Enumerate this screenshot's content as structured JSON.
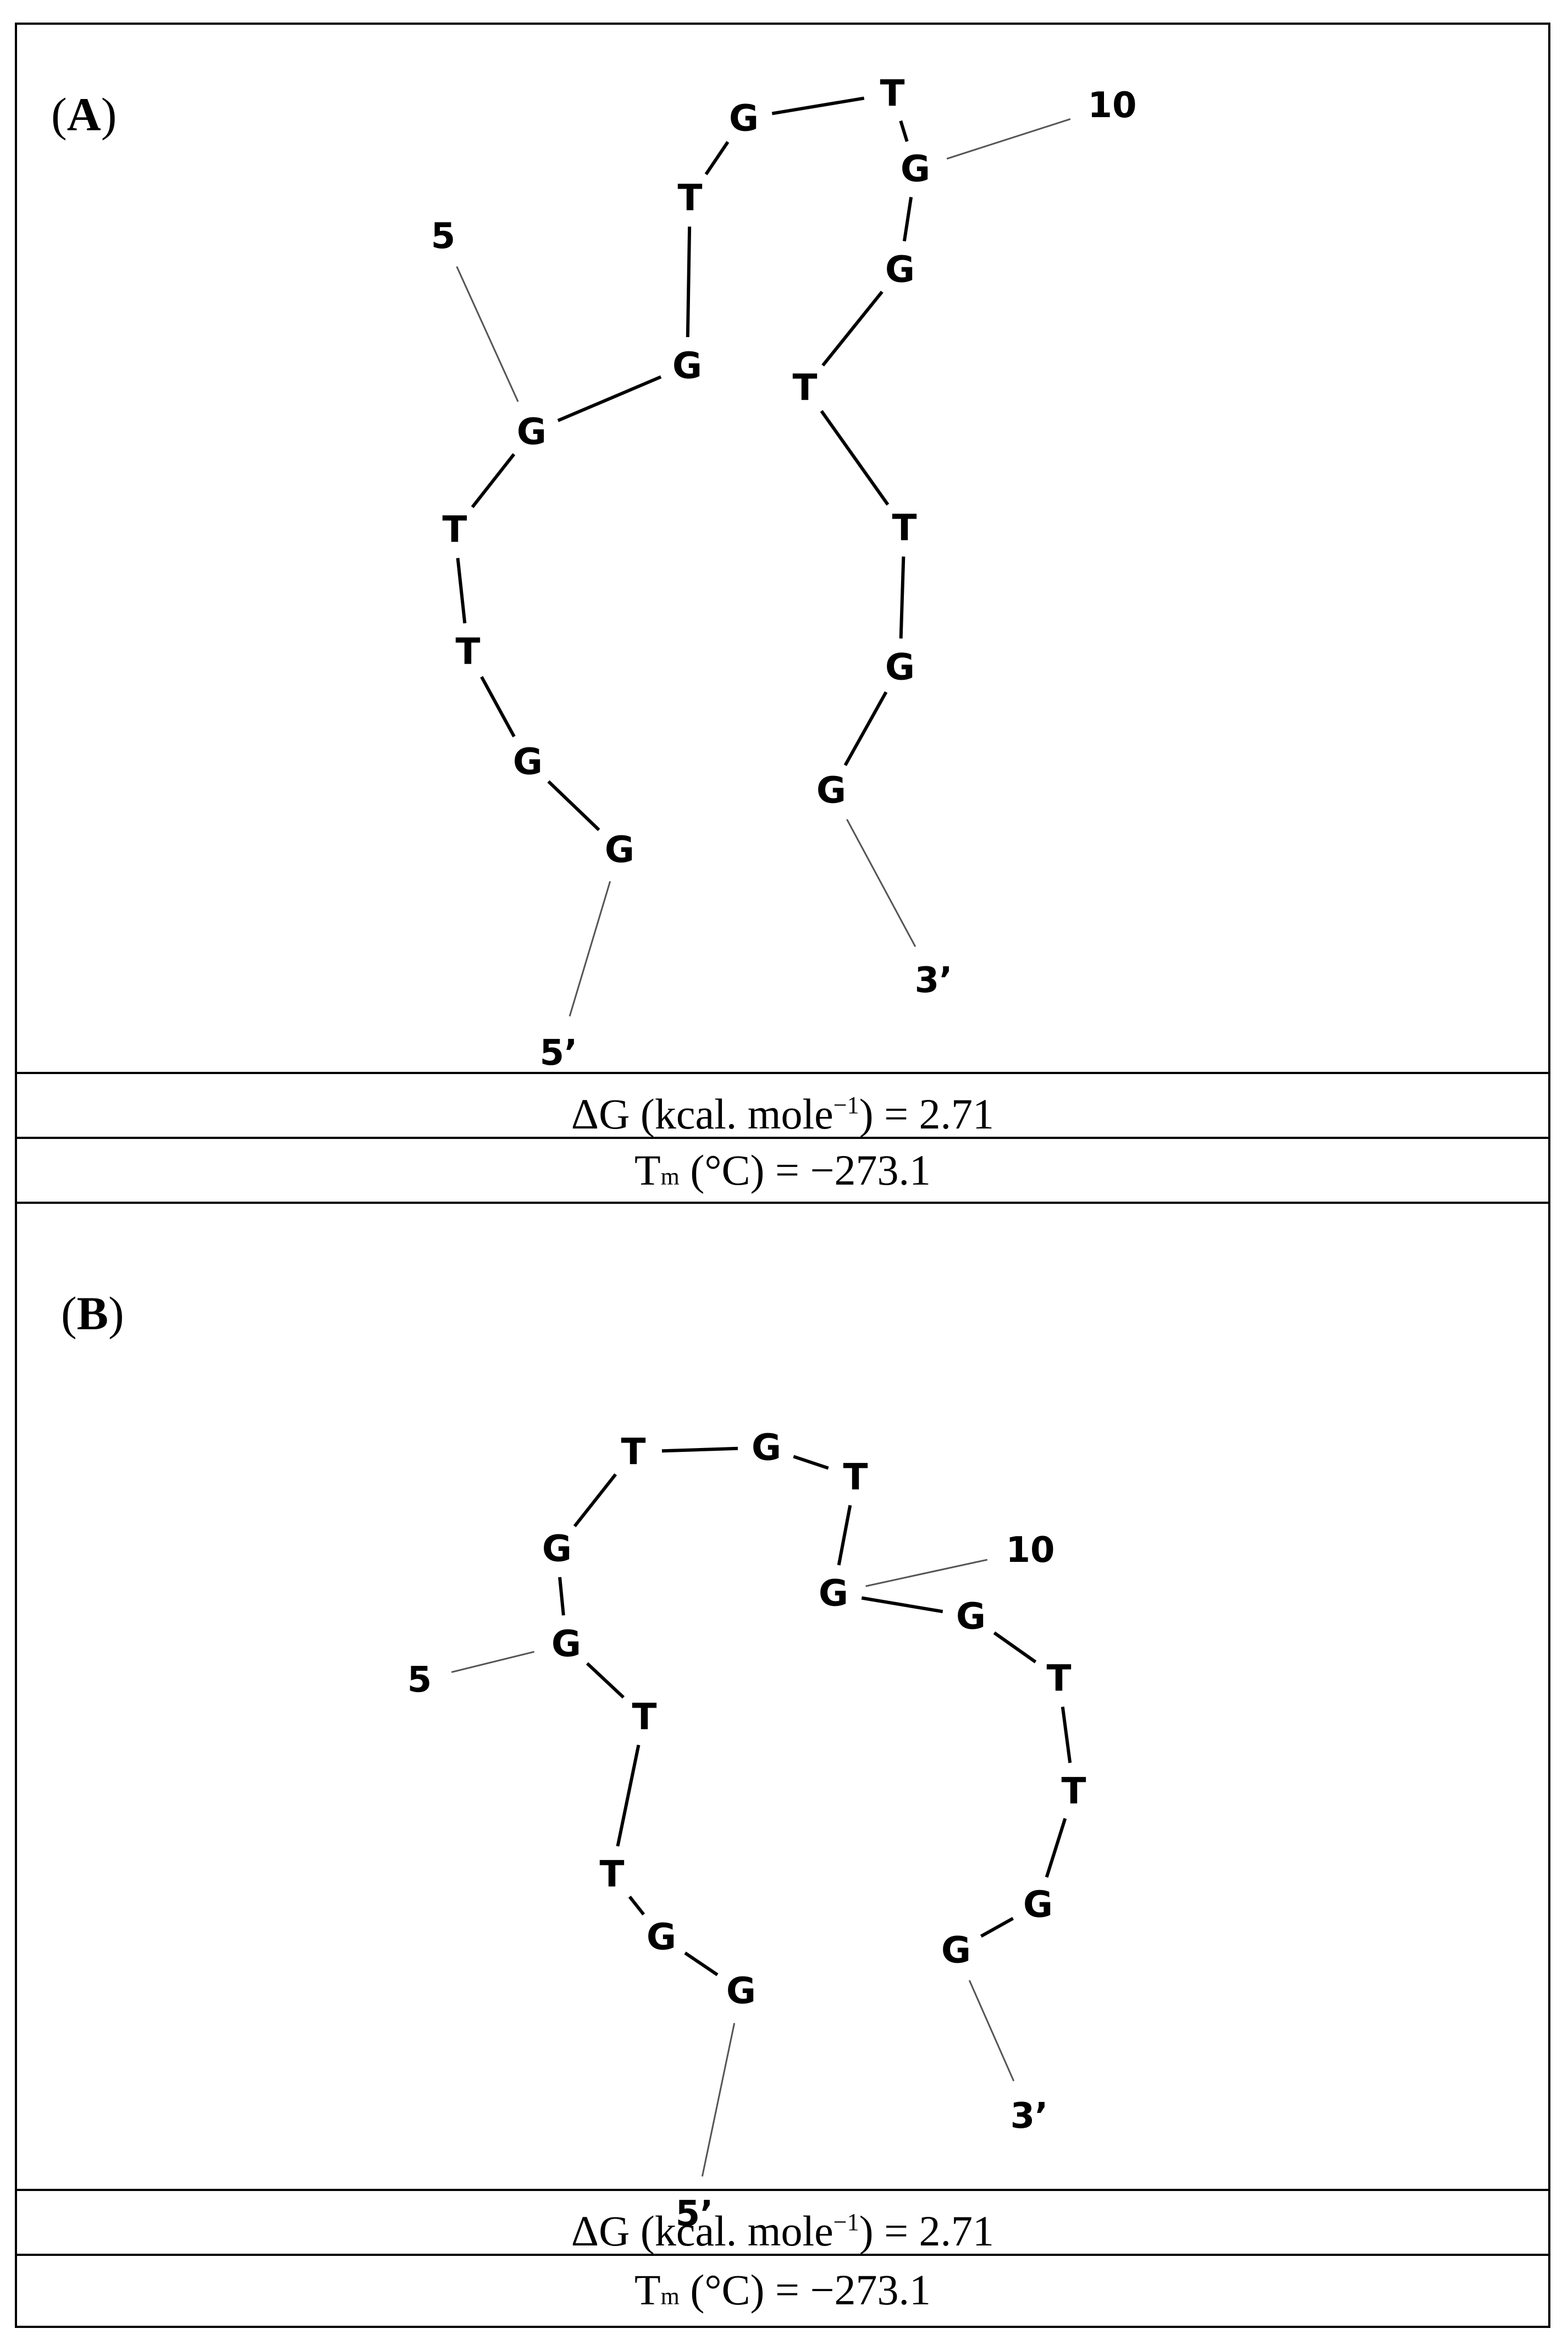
{
  "panels": [
    {
      "label_open": "(",
      "label_letter": "A",
      "label_close": ")",
      "sequence": [
        "G",
        "G",
        "T",
        "T",
        "G",
        "G",
        "T",
        "G",
        "T",
        "G",
        "G",
        "T",
        "T",
        "G",
        "G"
      ],
      "markers": {
        "five_prime": "5’",
        "three_prime": "3’",
        "pos5": "5",
        "pos10": "10"
      },
      "dg_label": "ΔG (kcal. mole",
      "dg_exp": "−1",
      "dg_value": ") = 2.71",
      "tm_prefix": "T",
      "tm_sub": "m",
      "tm_value": " (°C) = −273.1"
    },
    {
      "label_open": "(",
      "label_letter": "B",
      "label_close": ")",
      "sequence": [
        "G",
        "G",
        "T",
        "T",
        "G",
        "G",
        "T",
        "G",
        "T",
        "G",
        "G",
        "T",
        "T",
        "G",
        "G"
      ],
      "markers": {
        "five_prime": "5’",
        "three_prime": "3’",
        "pos5": "5",
        "pos10": "10"
      },
      "dg_label": "ΔG (kcal. mole",
      "dg_exp": "−1",
      "dg_value": ") = 2.71",
      "tm_prefix": "T",
      "tm_sub": "m",
      "tm_value": " (°C) = −273.1"
    }
  ]
}
